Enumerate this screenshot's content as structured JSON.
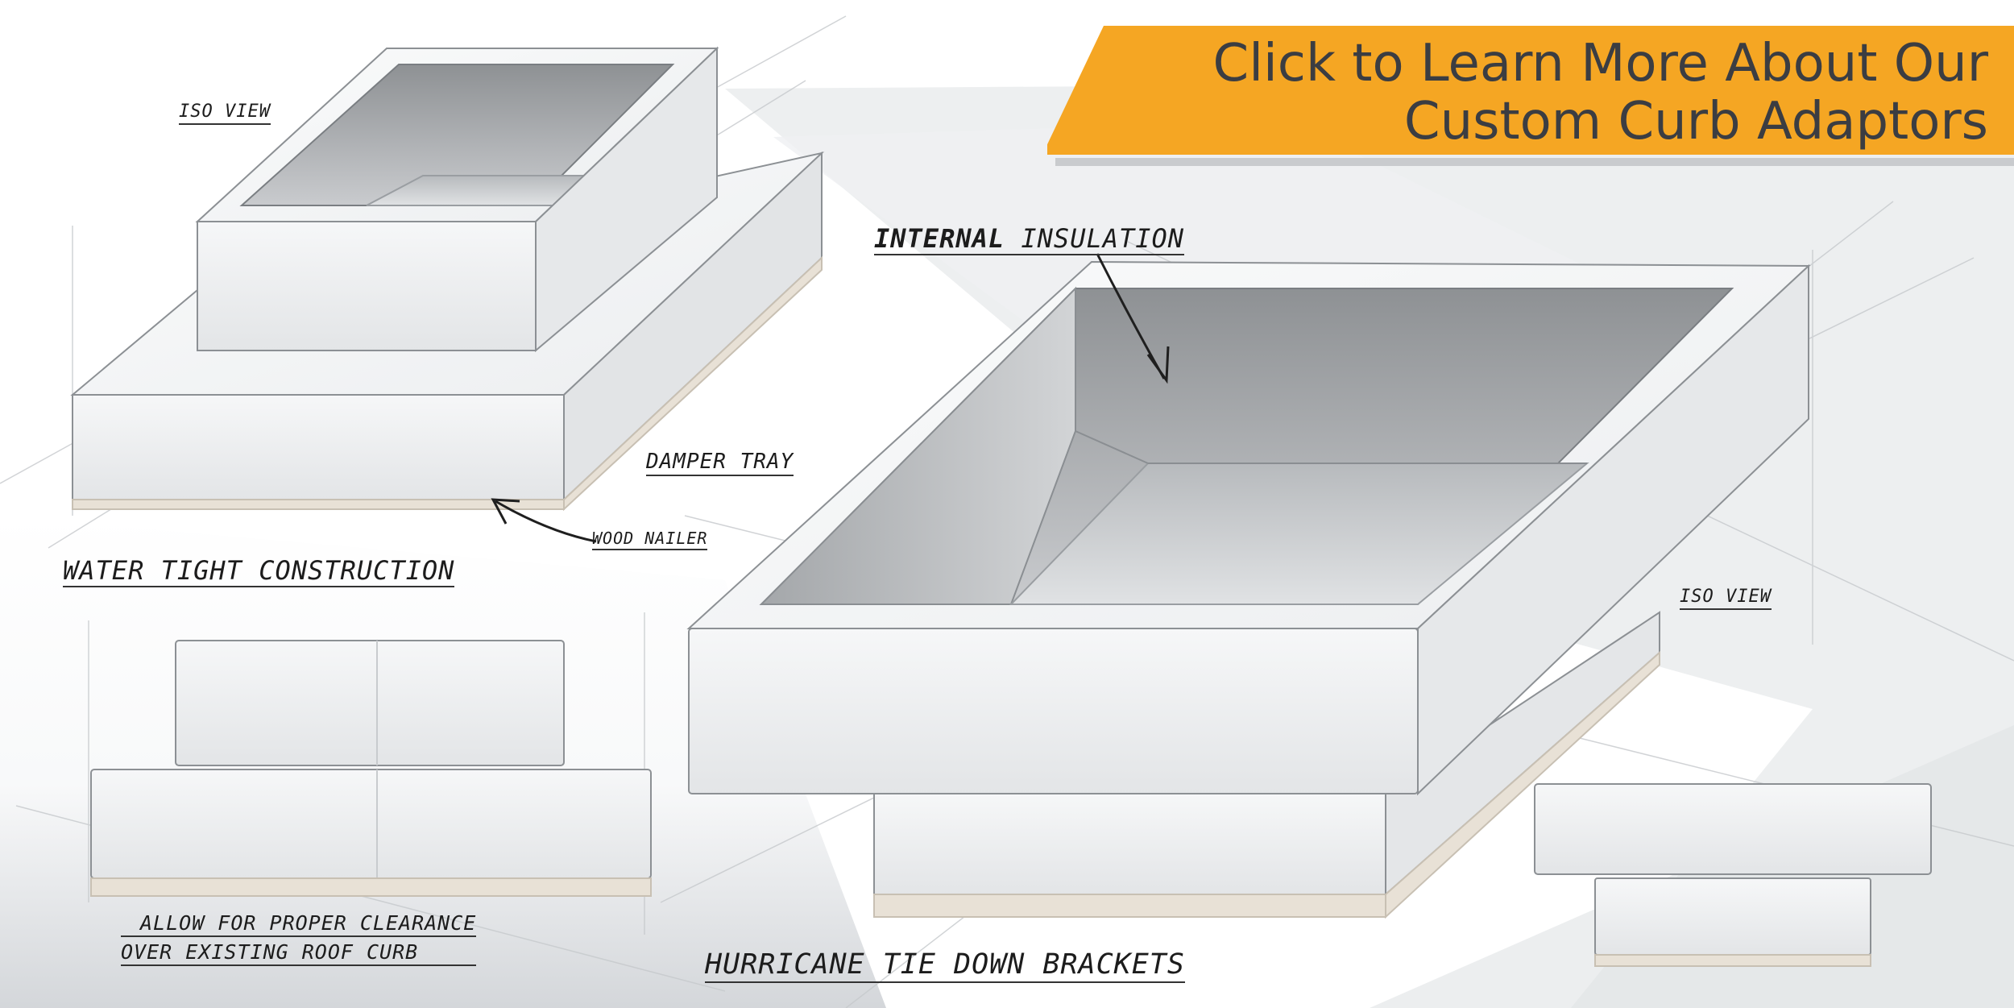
{
  "banner": {
    "line1": "Click to Learn More About Our",
    "line2": "Custom Curb Adaptors",
    "color": "#f5a623"
  },
  "labels": {
    "iso_view_left": "ISO VIEW",
    "iso_view_right": "ISO VIEW",
    "damper_tray": "DAMPER TRAY",
    "wood_nailer": "WOOD NAILER",
    "water_tight": "WATER TIGHT CONSTRUCTION",
    "internal_insulation_a": "INTERNAL",
    "internal_insulation_b": "INSULATION",
    "clearance_line1": "ALLOW FOR PROPER CLEARANCE",
    "clearance_line2": "OVER EXISTING ROOF CURB",
    "hurricane": "HURRICANE TIE DOWN BRACKETS"
  }
}
